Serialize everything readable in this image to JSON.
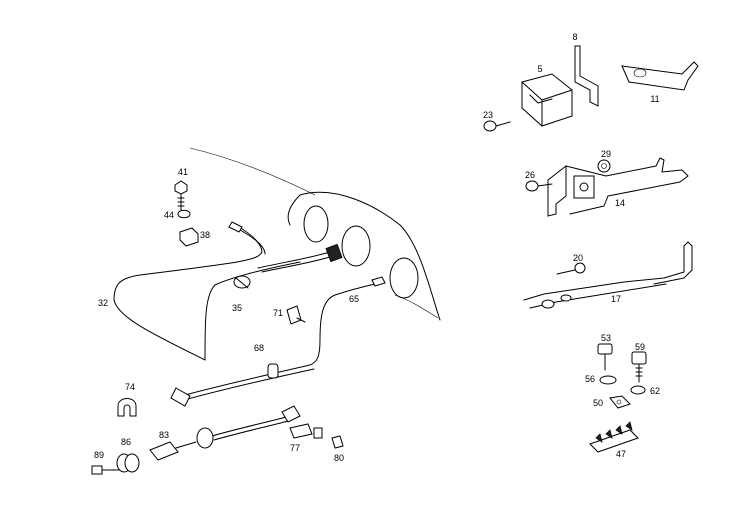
{
  "callouts": [
    {
      "id": "c5",
      "label": "5"
    },
    {
      "id": "c8",
      "label": "8"
    },
    {
      "id": "c11",
      "label": "11"
    },
    {
      "id": "c23",
      "label": "23"
    },
    {
      "id": "c29",
      "label": "29"
    },
    {
      "id": "c26",
      "label": "26"
    },
    {
      "id": "c14",
      "label": "14"
    },
    {
      "id": "c20",
      "label": "20"
    },
    {
      "id": "c17",
      "label": "17"
    },
    {
      "id": "c41",
      "label": "41"
    },
    {
      "id": "c44",
      "label": "44"
    },
    {
      "id": "c38",
      "label": "38"
    },
    {
      "id": "c32",
      "label": "32"
    },
    {
      "id": "c35",
      "label": "35"
    },
    {
      "id": "c71",
      "label": "71"
    },
    {
      "id": "c65",
      "label": "65"
    },
    {
      "id": "c68",
      "label": "68"
    },
    {
      "id": "c74",
      "label": "74"
    },
    {
      "id": "c53",
      "label": "53"
    },
    {
      "id": "c59",
      "label": "59"
    },
    {
      "id": "c56",
      "label": "56"
    },
    {
      "id": "c62",
      "label": "62"
    },
    {
      "id": "c50",
      "label": "50"
    },
    {
      "id": "c47",
      "label": "47"
    },
    {
      "id": "c83",
      "label": "83"
    },
    {
      "id": "c86",
      "label": "86"
    },
    {
      "id": "c89",
      "label": "89"
    },
    {
      "id": "c77",
      "label": "77"
    },
    {
      "id": "c80",
      "label": "80"
    }
  ]
}
